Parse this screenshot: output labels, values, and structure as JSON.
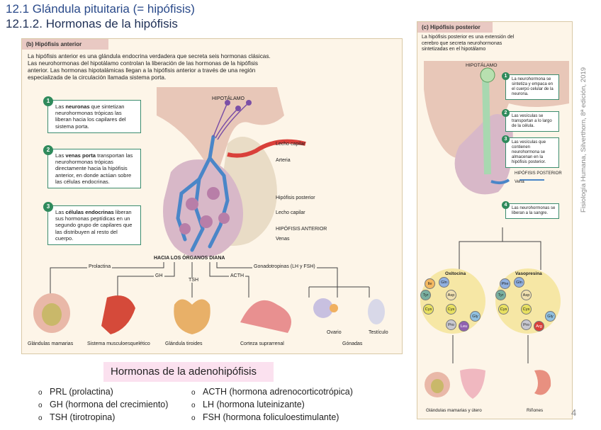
{
  "slide": {
    "title": "12.1 Glándula pituitaria (= hipófisis)",
    "subtitle": "12.1.2. Hormonas de la hipófisis",
    "credit": "Fisiología Humana, Silverthorn, 8ª edición, 2019",
    "page_number": "4"
  },
  "panel_b": {
    "header": "(b) Hipófisis anterior",
    "intro": "La hipófisis anterior es una glándula endocrina verdadera que secreta seis hormonas clásicas. Las neurohormonas del hipotálamo controlan la liberación de las hormonas de la hipófisis anterior. Las hormonas hipotalámicas llegan a la hipófisis anterior a través de una región especializada de la circulación llamada sistema porta.",
    "steps": [
      {
        "num": "1",
        "bold": "neuronas",
        "pre": "Las ",
        "post": " que sintetizan neurohormonas trópicas las liberan hacia los capilares del sistema porta."
      },
      {
        "num": "2",
        "bold": "venas porta",
        "pre": "Las ",
        "post": " transportan las neurohormonas trópicas directamente hacia la hipófisis anterior, en donde actúan sobre las células endocrinas."
      },
      {
        "num": "3",
        "bold": "células endocrinas",
        "pre": "Las ",
        "post": " liberan sus hormonas peptídicas en un segundo grupo de capilares que las distribuyen al resto del cuerpo."
      }
    ],
    "labels": {
      "hipotalamo": "HIPOTÁLAMO",
      "lecho_capilar_1": "Lecho capilar",
      "arteria": "Arteria",
      "hipofisis_posterior": "Hipófisis posterior",
      "lecho_capilar_2": "Lecho capilar",
      "hipofisis_anterior": "HIPÓFISIS ANTERIOR",
      "venas": "Venas",
      "hacia_organos": "HACIA LOS ÓRGANOS DIANA"
    },
    "hormones": {
      "prolactina": "Prolactina",
      "gh": "GH",
      "tsh": "TSH",
      "acth": "ACTH",
      "gonadotropinas": "Gonadotropinas (LH y FSH)"
    },
    "targets": {
      "mamarias": "Glándulas mamarias",
      "musculo": "Sistema musculoesquelético",
      "tiroides": "Glándula tiroides",
      "corteza": "Corteza suprarrenal",
      "ovario": "Ovario",
      "testiculo": "Testículo",
      "gonadas": "Gónadas"
    }
  },
  "panel_c": {
    "header": "(c) Hipófisis posterior",
    "intro": "La hipófisis posterior es una extensión del cerebro que secreta neurohormonas sintetizadas en el hipotálamo",
    "hipotalamo": "HIPOTÁLAMO",
    "steps": [
      {
        "num": "1",
        "text": "La neurohormona se sintetiza y empaca en el cuerpo celular de la neurona."
      },
      {
        "num": "2",
        "text": "Las vesículas se transportan a lo largo de la célula."
      },
      {
        "num": "3",
        "text": "Las vesículas que contienen neurohormona se almacenan en la hipófisis posterior."
      },
      {
        "num": "4",
        "text": "Las neurohormonas se liberan a la sangre."
      }
    ],
    "hipofisis_posterior": "HIPÓFISIS POSTERIOR",
    "vena": "Vena",
    "oxitocina": {
      "name": "Oxitocina",
      "residues": [
        "Ile",
        "Gln",
        "Tyr",
        "Asp",
        "Cys",
        "Cys",
        "Pro",
        "Leu",
        "Gly"
      ]
    },
    "vasopresina": {
      "name": "Vasopresina",
      "residues": [
        "Phe",
        "Gln",
        "Tyr",
        "Asp",
        "Cys",
        "Cys",
        "Pro",
        "Arg",
        "Gly"
      ]
    },
    "target_mamarias": "Glándulas mamarias y útero",
    "target_rinones": "Riñones"
  },
  "summary": {
    "heading": "Hormonas de la adenohipófisis",
    "left": [
      "PRL (prolactina)",
      "GH (hormona del crecimiento)",
      "TSH (tirotropina)"
    ],
    "right": [
      "ACTH (hormona adrenocorticotrópica)",
      "LH (hormona luteinizante)",
      "FSH (hormona foliculoestimulante)"
    ]
  },
  "colors": {
    "title": "#2a4a8a",
    "panel_bg": "#fdf5e8",
    "header_bg": "#e9c9c3",
    "step_border": "#3b8c6e",
    "portal_vein": "#4a86c8",
    "artery": "#d9403a",
    "heading_box": "#fbe1ef"
  }
}
